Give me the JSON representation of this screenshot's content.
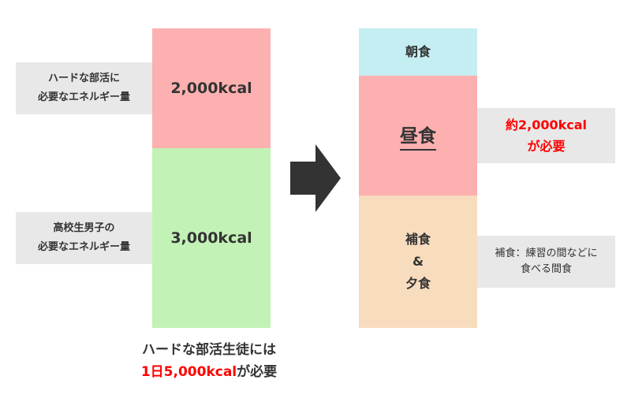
{
  "left": {
    "labels": [
      {
        "line1": "ハードな部活に",
        "line2": "必要なエネルギー量"
      },
      {
        "line1": "高校生男子の",
        "line2": "必要なエネルギー量"
      }
    ],
    "segments": [
      {
        "value": "2,000kcal",
        "color": "#fdb0b0"
      },
      {
        "value": "3,000kcal",
        "color": "#c3f2b6"
      }
    ],
    "summary": {
      "line1": "ハードな部活生徒には",
      "line2_red": "1日5,000kcal",
      "line2_rest": "が必要"
    }
  },
  "right": {
    "segments": [
      {
        "label": "朝食",
        "color": "#c4eef2"
      },
      {
        "label": "昼食",
        "color": "#fdb0b0"
      },
      {
        "line1": "補食",
        "line2": "&",
        "line3": "夕食",
        "color": "#f8dcbe"
      }
    ],
    "note_lunch": {
      "line1": "約2,000kcal",
      "line2": "が必要"
    },
    "note_snack": {
      "line1": "補食：練習の間などに",
      "line2": "食べる間食"
    }
  },
  "colors": {
    "text": "#333333",
    "accent": "#ff0000",
    "label_bg": "#e8e8e8",
    "arrow": "#333333"
  }
}
